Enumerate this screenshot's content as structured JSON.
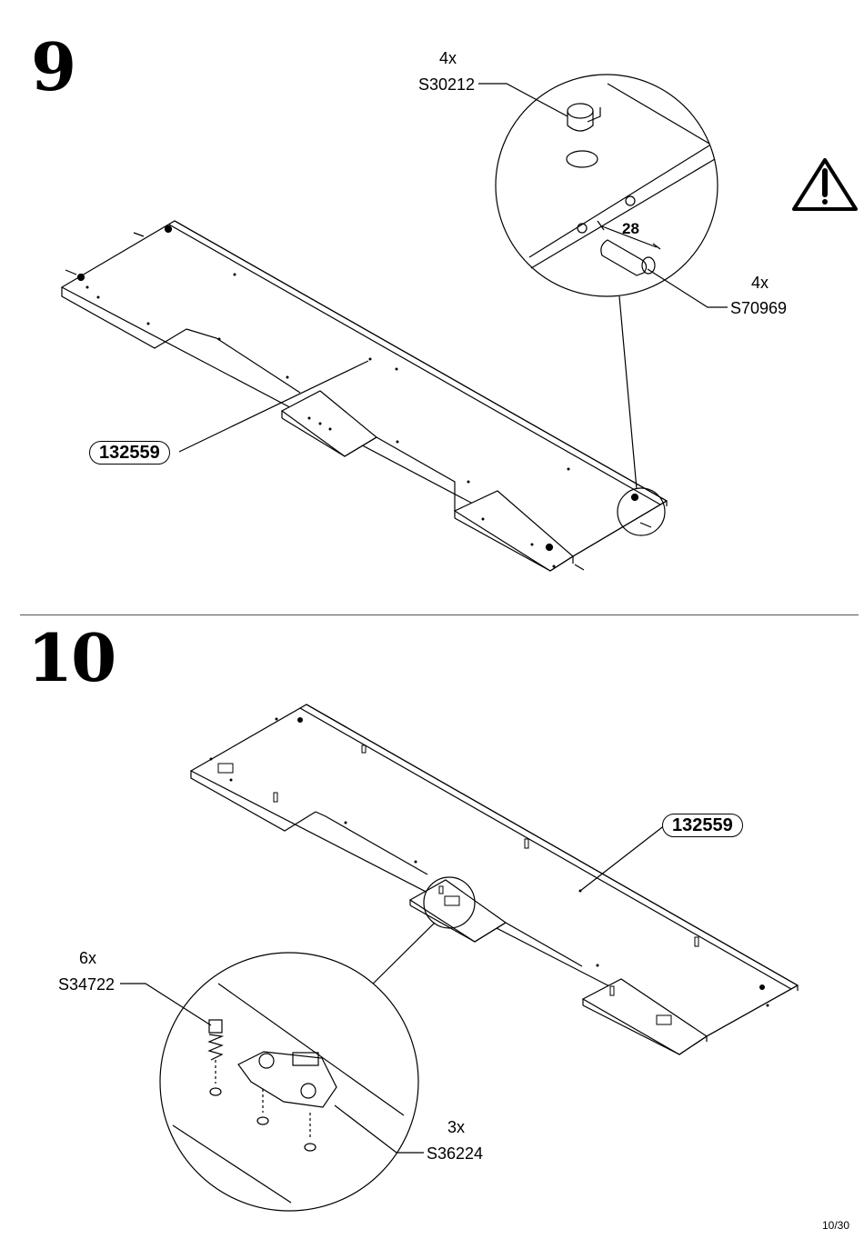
{
  "steps": [
    {
      "number": "9",
      "panel_label": "132559",
      "parts": [
        {
          "qty": "4x",
          "code": "S30212"
        },
        {
          "qty": "4x",
          "code": "S70969"
        }
      ],
      "dimension": "28",
      "warning_icon": "warning-triangle-icon"
    },
    {
      "number": "10",
      "panel_label": "132559",
      "parts": [
        {
          "qty": "6x",
          "code": "S34722"
        },
        {
          "qty": "3x",
          "code": "S36224"
        }
      ]
    }
  ],
  "page_number": "10/30"
}
